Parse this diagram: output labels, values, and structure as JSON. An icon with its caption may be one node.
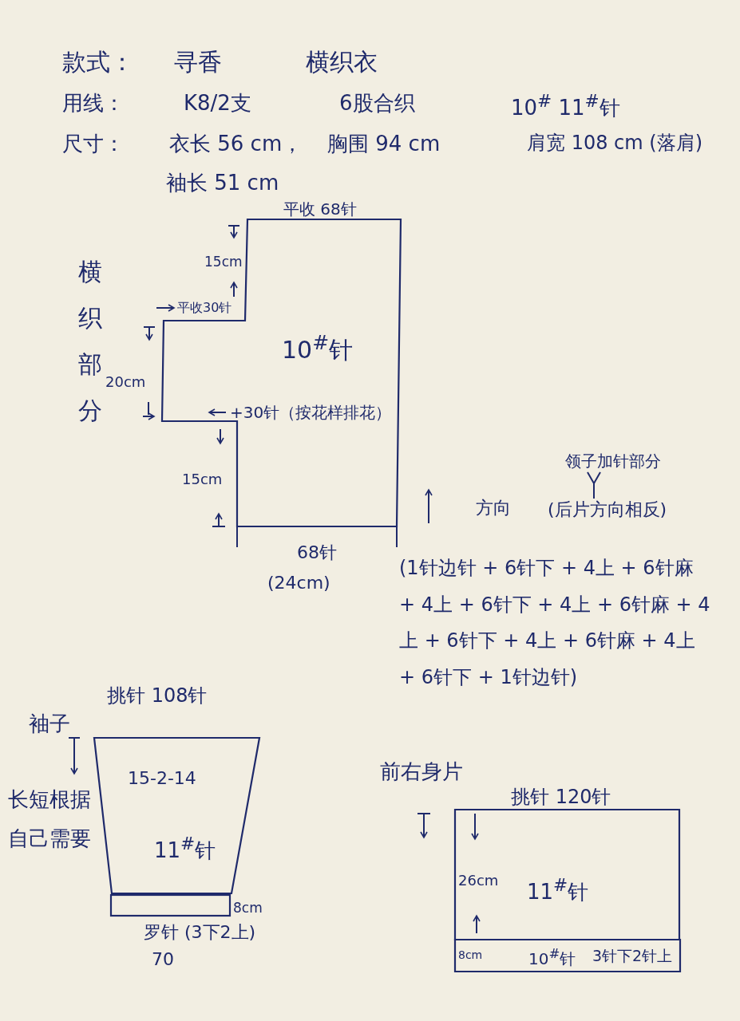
{
  "diagram": {
    "nodes": [
      {
        "text": [
          "10$^{#}$针"
        ],
        "beside": [
          "平收 68针"
        ]
      },
      {
        "text": [
          "15-2-14",
          "11$^{#}$针"
        ]
      },
      {
        "text": [],
        "shape": "box",
        "beside": [
          "8cm"
        ]
      },
      {
        "text": [
          "11$^{#}$针"
        ],
        "beside": [
          "挑针 120针"
        ]
      },
      {
        "text": [
          "10$^{#}$针",
          "3针下2针上"
        ]
      },
      {
        "text": [
          "领子加针部分"
        ]
      },
      {
        "text": [
          "(后片方向相反)"
        ]
      }
    ],
    "edges": [
      {
        "from": 5,
        "to": 6,
        "arrow": "other"
      }
    ],
    "labels": [
      "款式：",
      "寻香",
      "横织衣",
      "用线：",
      "K8/2支",
      "6股合织",
      "10$^{#}$ 11$^{#}$针",
      "尺寸：",
      "衣长 56 cm，",
      "胸围 94 cm",
      "肩宽 108 cm (落肩)",
      "袖长 51 cm",
      "横织部分",
      "15cm",
      "平收30针",
      "20cm",
      "+30针（按花样排花）",
      "15cm",
      "68针",
      "(24cm)",
      "方向",
      "(1针边针 + 6针下 + 4上 + 6针麻 + 4上 + 6针下 + 4上 + 6针麻 + 4上 + 6针下 + 4上 + 6针麻 + 4上 + 6针下 + 1针边针)",
      "挑针 108针",
      "袖子",
      "长短根据自己需要",
      "罗针 (3下2上)",
      "70",
      "前右身片",
      "26cm",
      "8cm"
    ]
  }
}
